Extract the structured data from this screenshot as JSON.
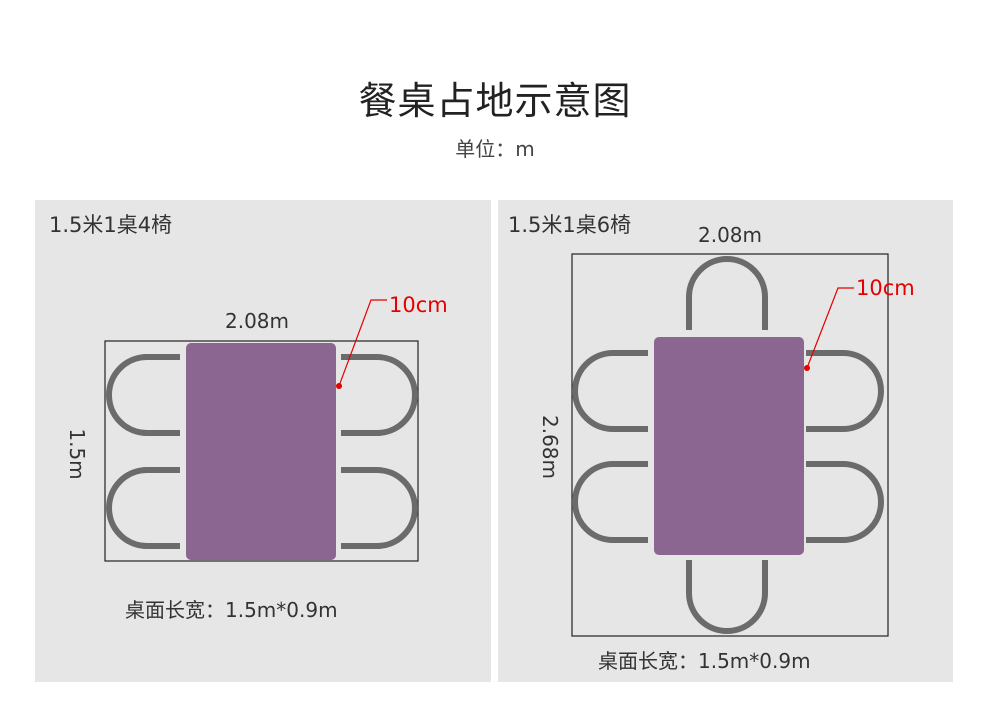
{
  "header": {
    "title": "餐桌占地示意图",
    "unit_label": "单位：m"
  },
  "colors": {
    "panel_bg": "#e6e6e6",
    "table_fill": "#8b6690",
    "chair_stroke": "#6b6b6b",
    "outline": "#222222",
    "annotation": "#e60000"
  },
  "left_panel": {
    "title": "1.5米1桌4椅",
    "width_dim": "2.08m",
    "depth_dim": "1.5m",
    "gap_note": "10cm",
    "tabletop_caption": "桌面长宽：1.5m*0.9m",
    "chair_count": 4
  },
  "right_panel": {
    "title": "1.5米1桌6椅",
    "width_dim": "2.08m",
    "depth_dim": "2.68m",
    "gap_note": "10cm",
    "tabletop_caption": "桌面长宽：1.5m*0.9m",
    "chair_count": 6
  }
}
